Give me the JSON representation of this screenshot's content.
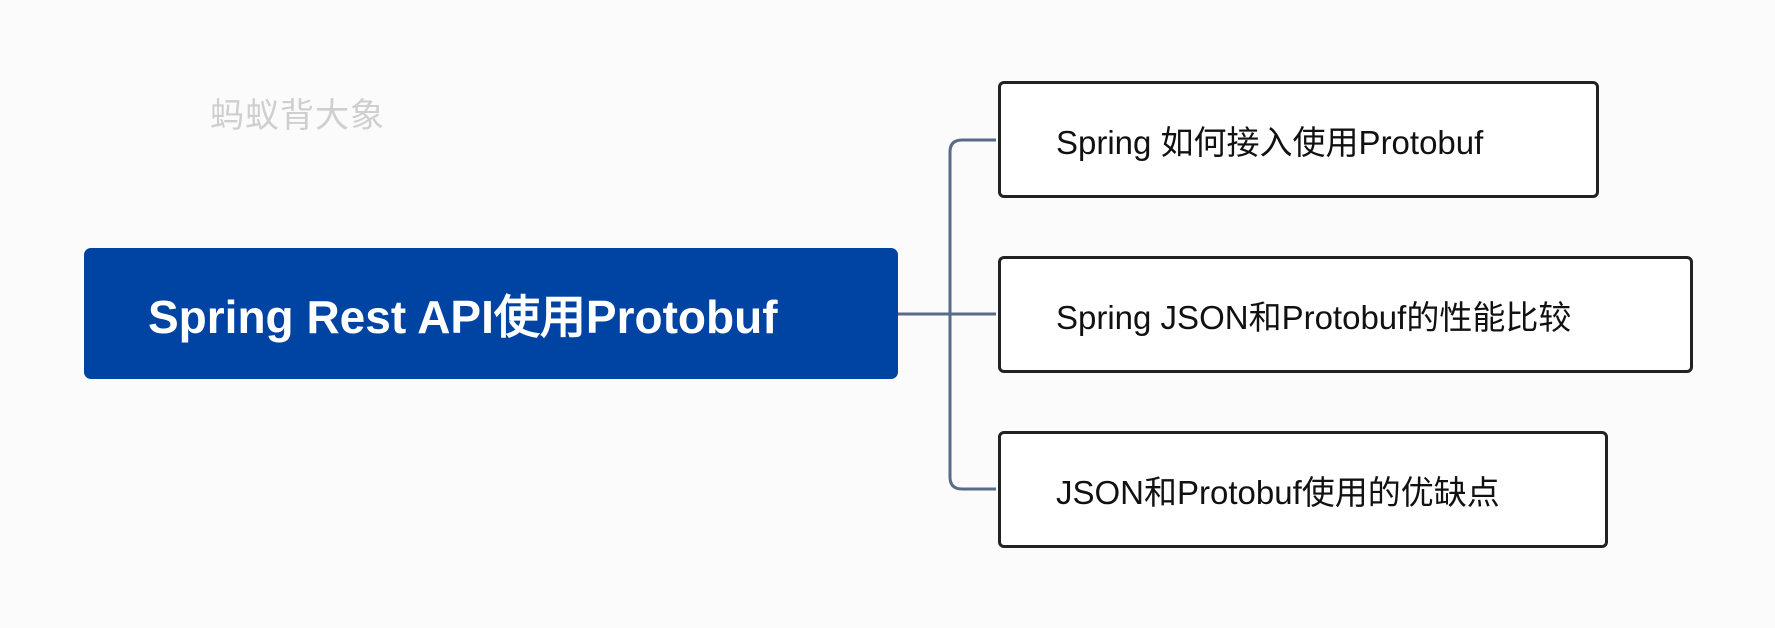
{
  "watermark": "蚂蚁背大象",
  "root": {
    "label": "Spring Rest API使用Protobuf"
  },
  "children": [
    {
      "label": "Spring 如何接入使用Protobuf"
    },
    {
      "label": "Spring JSON和Protobuf的性能比较"
    },
    {
      "label": "JSON和Protobuf使用的优缺点"
    }
  ],
  "colors": {
    "root_fill": "#0044a3",
    "connector": "#5a6b88",
    "child_border": "#222222",
    "watermark": "#cfcfcf"
  }
}
